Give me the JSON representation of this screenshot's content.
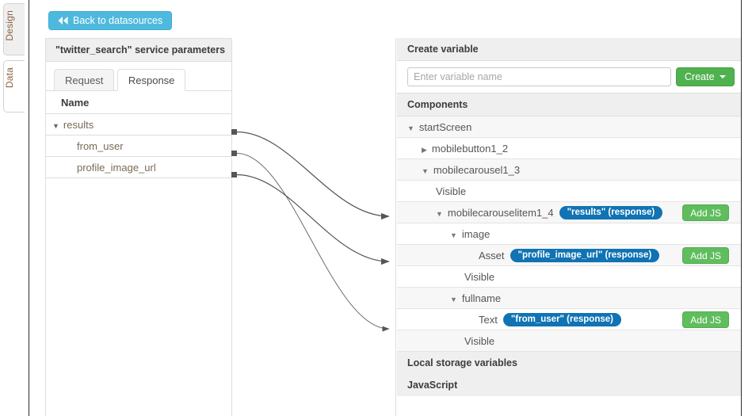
{
  "rail": {
    "tabs": [
      {
        "label": "Design",
        "active": true
      },
      {
        "label": "Data",
        "active": false
      }
    ]
  },
  "toolbar": {
    "back_label": "Back to datasources",
    "back_icon": "rewind-icon",
    "back_color": "#4fb9dd"
  },
  "service_panel": {
    "title": "\"twitter_search\" service parameters",
    "tabs": [
      {
        "label": "Request",
        "active": false
      },
      {
        "label": "Response",
        "active": true
      }
    ],
    "column_header": "Name",
    "rows": [
      {
        "label": "results",
        "level": 0,
        "caret": "▼"
      },
      {
        "label": "from_user",
        "level": 1,
        "caret": ""
      },
      {
        "label": "profile_image_url",
        "level": 1,
        "caret": ""
      }
    ]
  },
  "variables_panel": {
    "create_variable_header": "Create variable",
    "input_placeholder": "Enter variable name",
    "input_value": "",
    "create_label": "Create",
    "create_color": "#50b14f",
    "components_header": "Components",
    "badge_color": "#1073b3",
    "addjs_label": "Add JS",
    "rows": [
      {
        "label": "startScreen",
        "level": 0,
        "caret": "▼",
        "badge": "",
        "addjs": false,
        "shade": true
      },
      {
        "label": "mobilebutton1_2",
        "level": 1,
        "caret": "▶",
        "badge": "",
        "addjs": false,
        "shade": false
      },
      {
        "label": "mobilecarousel1_3",
        "level": 1,
        "caret": "▼",
        "badge": "",
        "addjs": false,
        "shade": true
      },
      {
        "label": "Visible",
        "level": 2,
        "caret": "",
        "badge": "",
        "addjs": false,
        "shade": false
      },
      {
        "label": "mobilecarouselitem1_4",
        "level": 2,
        "caret": "▼",
        "badge": "\"results\" (response)",
        "addjs": true,
        "shade": true
      },
      {
        "label": "image",
        "level": 3,
        "caret": "▼",
        "badge": "",
        "addjs": false,
        "shade": false
      },
      {
        "label": "Asset",
        "level": 4,
        "caret": "",
        "badge": "\"profile_image_url\" (response)",
        "addjs": true,
        "shade": true
      },
      {
        "label": "Visible",
        "level": 4,
        "caret": "",
        "badge": "",
        "addjs": false,
        "shade": false
      },
      {
        "label": "fullname",
        "level": 3,
        "caret": "▼",
        "badge": "",
        "addjs": false,
        "shade": true
      },
      {
        "label": "Text",
        "level": 4,
        "caret": "",
        "badge": "\"from_user\" (response)",
        "addjs": true,
        "shade": false
      },
      {
        "label": "Visible",
        "level": 4,
        "caret": "",
        "badge": "",
        "addjs": false,
        "shade": true
      }
    ],
    "footer_rows": [
      {
        "label": "Local storage variables"
      },
      {
        "label": "JavaScript"
      }
    ]
  },
  "mappings": [
    {
      "from": "results",
      "to": "mobilecarouselitem1_4"
    },
    {
      "from": "from_user",
      "to": "Text"
    },
    {
      "from": "profile_image_url",
      "to": "Asset"
    }
  ]
}
